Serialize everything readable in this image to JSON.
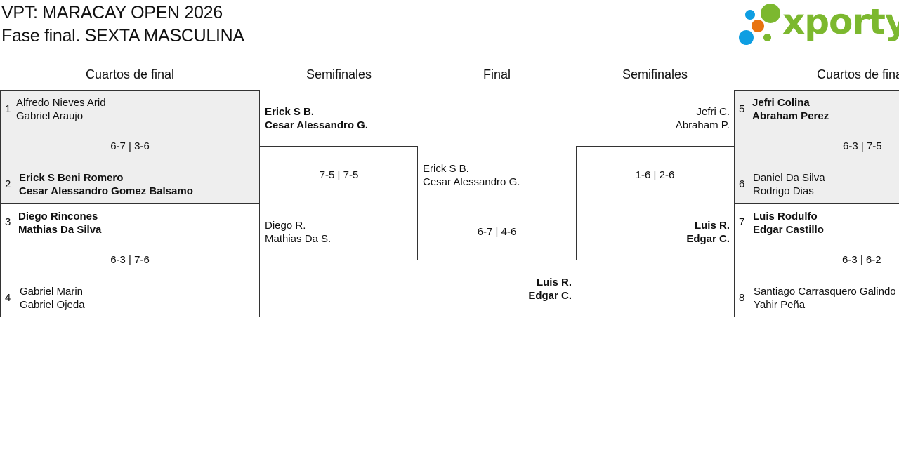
{
  "header": {
    "title_line1": "VPT: MARACAY OPEN 2026",
    "title_line2": "Fase final. SEXTA MASCULINA"
  },
  "logo": {
    "text": "xporty",
    "colors": {
      "blue": "#0e9ee2",
      "orange": "#e8730f",
      "green": "#7cb82f"
    }
  },
  "columns": {
    "qf_left": "Cuartos de final",
    "sf_left": "Semifinales",
    "final": "Final",
    "sf_right": "Semifinales",
    "qf_right": "Cuartos de final"
  },
  "qf_left": [
    {
      "top": {
        "seed": "1",
        "p1": "Alfredo Nieves Arid",
        "p2": "Gabriel Araujo",
        "winner": false
      },
      "score": "6-7 | 3-6",
      "bottom": {
        "seed": "2",
        "p1": "Erick S Beni Romero",
        "p2": "Cesar Alessandro Gomez Balsamo",
        "winner": true
      }
    },
    {
      "top": {
        "seed": "3",
        "p1": "Diego Rincones",
        "p2": "Mathias Da Silva",
        "winner": true
      },
      "score": "6-3 | 7-6",
      "bottom": {
        "seed": "4",
        "p1": "Gabriel Marin",
        "p2": "Gabriel Ojeda",
        "winner": false
      }
    }
  ],
  "sf_left": {
    "top": {
      "p1": "Erick S B.",
      "p2": "Cesar Alessandro G.",
      "winner": true
    },
    "score": "7-5 | 7-5",
    "bottom": {
      "p1": "Diego R.",
      "p2": "Mathias Da S.",
      "winner": false
    }
  },
  "final": {
    "top": {
      "p1": "Erick S B.",
      "p2": "Cesar Alessandro G.",
      "winner": false
    },
    "score": "6-7 | 4-6",
    "bottom": {
      "p1": "Luis R.",
      "p2": "Edgar C.",
      "winner": true
    }
  },
  "sf_right": {
    "top": {
      "p1": "Jefri C.",
      "p2": "Abraham P.",
      "winner": false
    },
    "score": "1-6 | 2-6",
    "bottom": {
      "p1": "Luis R.",
      "p2": "Edgar C.",
      "winner": true
    }
  },
  "qf_right": [
    {
      "top": {
        "seed": "5",
        "p1": "Jefri Colina",
        "p2": "Abraham Perez",
        "winner": true
      },
      "score": "6-3 | 7-5",
      "bottom": {
        "seed": "6",
        "p1": "Daniel Da Silva",
        "p2": "Rodrigo Dias",
        "winner": false
      }
    },
    {
      "top": {
        "seed": "7",
        "p1": "Luis Rodulfo",
        "p2": "Edgar Castillo",
        "winner": true
      },
      "score": "6-3 | 6-2",
      "bottom": {
        "seed": "8",
        "p1": "Santiago Carrasquero Galindo",
        "p2": "Yahir Peña",
        "winner": false
      }
    }
  ]
}
